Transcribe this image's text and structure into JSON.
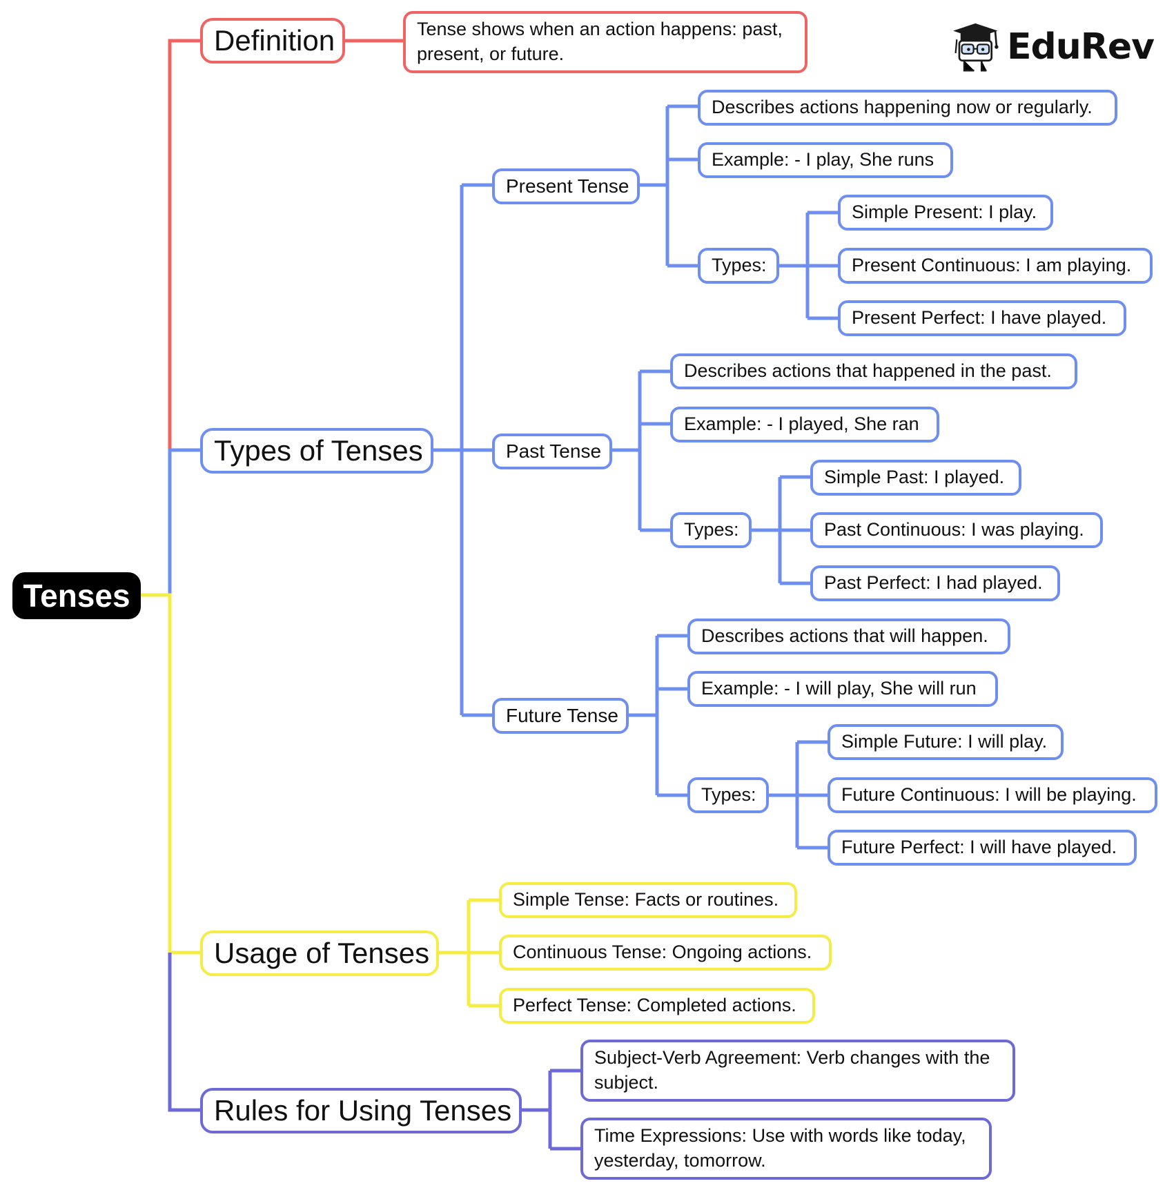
{
  "colors": {
    "definition": "#ef6363",
    "types": "#6f8ff0",
    "usage": "#f5ec45",
    "rules": "#6d6ad8",
    "root_bg": "#000000",
    "root_text": "#ffffff"
  },
  "logo": {
    "text": "EduRev",
    "icon": "graduate-mascot-icon"
  },
  "root": {
    "label": "Tenses"
  },
  "definition": {
    "label": "Definition",
    "text": "Tense shows when an action happens: past, present, or future."
  },
  "types": {
    "label": "Types of Tenses",
    "present": {
      "label": "Present Tense",
      "desc": "Describes actions happening now or regularly.",
      "example": "Example: - I play, She runs",
      "types_label": "Types:",
      "types": [
        "Simple Present: I play.",
        "Present Continuous: I am playing.",
        "Present Perfect: I have played."
      ]
    },
    "past": {
      "label": "Past Tense",
      "desc": "Describes actions that happened in the past.",
      "example": "Example: - I played, She ran",
      "types_label": "Types:",
      "types": [
        "Simple Past: I played.",
        "Past Continuous: I was playing.",
        "Past Perfect: I had played."
      ]
    },
    "future": {
      "label": "Future Tense",
      "desc": "Describes actions that will happen.",
      "example": "Example: - I will play, She will run",
      "types_label": "Types:",
      "types": [
        "Simple Future: I will play.",
        "Future Continuous: I will be playing.",
        "Future Perfect: I will have played."
      ]
    }
  },
  "usage": {
    "label": "Usage of Tenses",
    "items": [
      "Simple Tense: Facts or routines.",
      "Continuous Tense: Ongoing actions.",
      "Perfect Tense: Completed actions."
    ]
  },
  "rules": {
    "label": "Rules for Using Tenses",
    "items": [
      "Subject-Verb Agreement: Verb changes with the subject.",
      "Time Expressions: Use with words like today, yesterday, tomorrow."
    ]
  }
}
